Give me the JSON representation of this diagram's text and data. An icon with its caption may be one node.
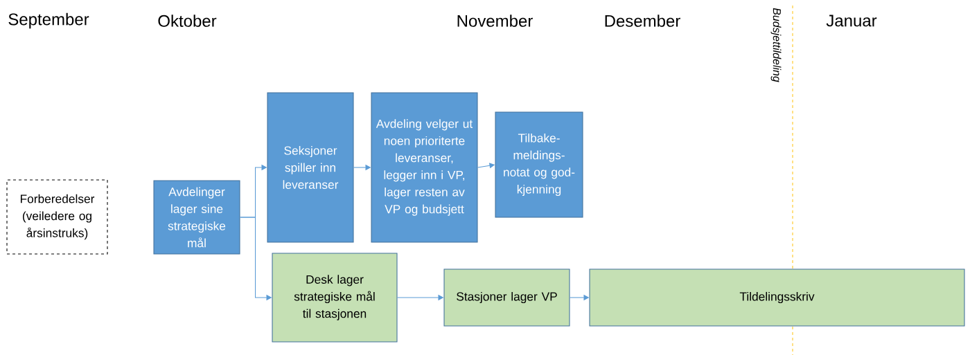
{
  "diagram": {
    "nodes": [
      {
        "text": [
          "Forberedelser (veiledere og årsinstruks)"
        ]
      },
      {
        "text": [
          "Avdelinger lager sine strategiske mål"
        ]
      },
      {
        "text": [
          "Seksjoner spiller inn leveranser"
        ]
      },
      {
        "text": [
          "Avdeling velger ut noen prioriterte leveranser, legger inn i VP, lager resten av VP og budsjett"
        ]
      },
      {
        "text": [
          "Tilbake- meldings- notat og god- kjenning"
        ]
      },
      {
        "text": [
          "Desk lager strategiske mål til stasjonen"
        ]
      },
      {
        "text": [
          "Stasjoner lager VP"
        ]
      },
      {
        "text": [
          "Tildelingsskriv"
        ]
      }
    ],
    "edges": [
      {
        "from": 1,
        "to": 2,
        "arrow": "to"
      },
      {
        "from": 1,
        "to": 5,
        "arrow": "to"
      },
      {
        "from": 2,
        "to": 3,
        "arrow": "to"
      },
      {
        "from": 3,
        "to": 4,
        "arrow": "to"
      },
      {
        "from": 5,
        "to": 6,
        "arrow": "to"
      },
      {
        "from": 6,
        "to": 7,
        "arrow": "to"
      }
    ],
    "labels": [
      "September",
      "Oktober",
      "November",
      "Desember",
      "Januar",
      "Budsjettildeling"
    ]
  }
}
